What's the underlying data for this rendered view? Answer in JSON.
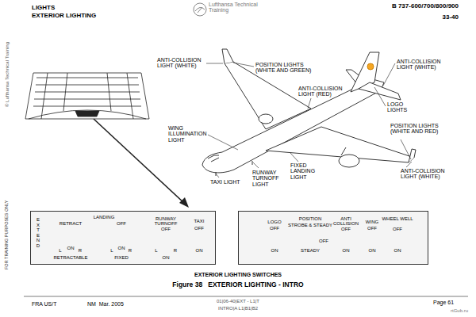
{
  "diagram": {
    "title": "LIGHTS",
    "caption": "Figure 38   EXTERIOR LIGHTING - INTRO",
    "nodes": [
      {
        "text": [
          "LANDING",
          "RETRACT",
          "OFF",
          "EXTEND",
          "L",
          "ON",
          "R",
          "RETRACTABLE",
          "L",
          "ON",
          "R",
          "FIXED",
          "RUNWAY TURNOFF",
          "OFF",
          "L",
          "R",
          "ON",
          "TAXI",
          "OFF",
          "ON"
        ]
      },
      {
        "text": [
          "LOGO",
          "OFF",
          "ON",
          "POSITION",
          "STROBE & STEADY",
          "OFF",
          "STEADY",
          "ANTI COLLISION",
          "OFF",
          "ON",
          "WING",
          "OFF",
          "ON",
          "WHEEL WELL",
          "OFF",
          "ON"
        ]
      }
    ],
    "labels": [
      "EXTERIOR LIGHTING",
      "Lufthansa Technical Training",
      "B 737-600/700/800/900",
      "33-40",
      "© Lufthansa Technical Training",
      "FOR TRAINING PURPOSES ONLY",
      "ANTI-COLLISION LIGHT (WHITE)",
      "POSITION LIGHTS (WHITE AND GREEN)",
      "ANTI-COLLISION LIGHT (RED)",
      "ANTI-COLLISION LIGHT (WHITE)",
      "LOGO LIGHTS",
      "WING ILLUMINATION LIGHT",
      "POSITION LIGHTS (WHITE AND RED)",
      "ANTI-COLLISION LIGHT (WHITE)",
      "TAXI LIGHT",
      "RUNWAY TURNOFF LIGHT",
      "FIXED LANDING LIGHT",
      "EXTERIOR LIGHTING SWITCHES",
      "FRA US/T",
      "NM  Mar. 2005",
      "01|06-40|EXT - L1|T",
      "INTRO|A L1|B1|B2",
      "Page 61",
      "rtGub.ru"
    ]
  }
}
